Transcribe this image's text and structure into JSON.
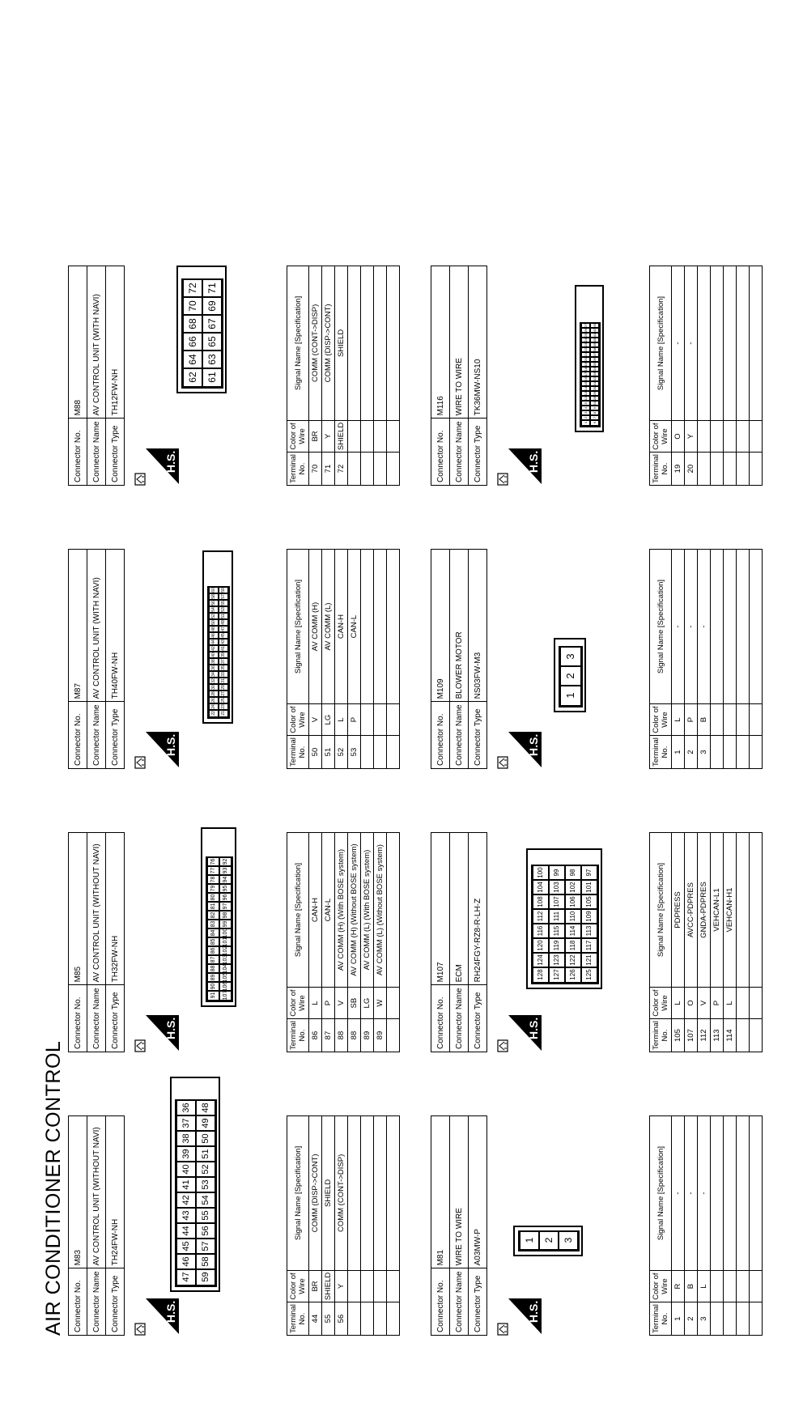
{
  "page": {
    "title": "AIR CONDITIONER CONTROL",
    "hs_label": "H.S."
  },
  "labels": {
    "connector_no": "Connector No.",
    "connector_name": "Connector Name",
    "connector_type": "Connector Type",
    "terminal_no": "Terminal No.",
    "color_of_wire": "Color of Wire",
    "signal_name": "Signal Name [Specification]"
  },
  "connectors": [
    {
      "no": "M83",
      "name": "AV CONTROL UNIT (WITHOUT NAVI)",
      "type": "TH24FW-NH",
      "pin_rows": [
        [
          "47",
          "46",
          "45",
          "44",
          "43",
          "42",
          "41",
          "40",
          "39",
          "38",
          "37",
          "36"
        ],
        [
          "59",
          "58",
          "57",
          "56",
          "55",
          "54",
          "53",
          "52",
          "51",
          "50",
          "49",
          "48"
        ]
      ],
      "terminals": [
        {
          "no": "44",
          "color": "BR",
          "signal": "COMM (DISP->CONT)"
        },
        {
          "no": "55",
          "color": "SHIELD",
          "signal": "SHIELD"
        },
        {
          "no": "56",
          "color": "Y",
          "signal": "COMM (CONT->DISP)"
        }
      ]
    },
    {
      "no": "M85",
      "name": "AV CONTROL UNIT (WITHOUT NAVI)",
      "type": "TH32FW-NH",
      "pin_rows": [
        [
          "91",
          "90",
          "89",
          "88",
          "87",
          "86",
          "85",
          "84",
          "83",
          "82",
          "81",
          "80",
          "79",
          "78",
          "77",
          "76"
        ],
        [
          "107",
          "106",
          "105",
          "104",
          "103",
          "102",
          "101",
          "100",
          "99",
          "98",
          "97",
          "96",
          "95",
          "94",
          "93",
          "92"
        ]
      ],
      "terminals": [
        {
          "no": "86",
          "color": "L",
          "signal": "CAN-H"
        },
        {
          "no": "87",
          "color": "P",
          "signal": "CAN-L"
        },
        {
          "no": "88",
          "color": "V",
          "signal": "AV COMM (H) (With BOSE system)"
        },
        {
          "no": "88",
          "color": "SB",
          "signal": "AV COMM (H) (Without BOSE system)"
        },
        {
          "no": "89",
          "color": "LG",
          "signal": "AV COMM (L) (With BOSE system)"
        },
        {
          "no": "89",
          "color": "W",
          "signal": "AV COMM (L) (Without BOSE system)"
        }
      ]
    },
    {
      "no": "M87",
      "name": "AV CONTROL UNIT (WITH NAVI)",
      "type": "TH40FW-NH",
      "pin_rows": [
        [
          "22",
          "24",
          "26",
          "28",
          "30",
          "32",
          "34",
          "36",
          "38",
          "40",
          "42",
          "44",
          "46",
          "48",
          "50",
          "52",
          "54",
          "56",
          "58",
          "60"
        ],
        [
          "21",
          "23",
          "25",
          "27",
          "29",
          "31",
          "33",
          "35",
          "37",
          "39",
          "41",
          "43",
          "45",
          "47",
          "49",
          "51",
          "53",
          "55",
          "57",
          "59"
        ]
      ],
      "terminals": [
        {
          "no": "50",
          "color": "V",
          "signal": "AV COMM (H)"
        },
        {
          "no": "51",
          "color": "LG",
          "signal": "AV COMM (L)"
        },
        {
          "no": "52",
          "color": "L",
          "signal": "CAN-H"
        },
        {
          "no": "53",
          "color": "P",
          "signal": "CAN-L"
        }
      ]
    },
    {
      "no": "M88",
      "name": "AV CONTROL UNIT (WITH NAVI)",
      "type": "TH12FW-NH",
      "pin_rows": [
        [
          "62",
          "64",
          "66",
          "68",
          "70",
          "72"
        ],
        [
          "61",
          "63",
          "65",
          "67",
          "69",
          "71"
        ]
      ],
      "terminals": [
        {
          "no": "70",
          "color": "BR",
          "signal": "COMM (CONT->DISP)"
        },
        {
          "no": "71",
          "color": "Y",
          "signal": "COMM (DISP->CONT)"
        },
        {
          "no": "72",
          "color": "SHIELD",
          "signal": "SHIELD"
        }
      ]
    },
    {
      "no": "M81",
      "name": "WIRE TO WIRE",
      "type": "A03MW-P",
      "pin_rows": [
        [
          "1"
        ],
        [
          "2"
        ],
        [
          "3"
        ]
      ],
      "terminals": [
        {
          "no": "1",
          "color": "R",
          "signal": "-"
        },
        {
          "no": "2",
          "color": "B",
          "signal": "-"
        },
        {
          "no": "3",
          "color": "L",
          "signal": "-"
        }
      ]
    },
    {
      "no": "M107",
      "name": "ECM",
      "type": "RH24FGY-RZ8-R-LH-Z",
      "pin_rows": [
        [
          "128",
          "124",
          "120",
          "116",
          "112",
          "108",
          "104",
          "100"
        ],
        [
          "127",
          "123",
          "119",
          "115",
          "111",
          "107",
          "103",
          "99"
        ],
        [
          "126",
          "122",
          "118",
          "114",
          "110",
          "106",
          "102",
          "98"
        ],
        [
          "125",
          "121",
          "117",
          "113",
          "109",
          "105",
          "101",
          "97"
        ]
      ],
      "terminals": [
        {
          "no": "105",
          "color": "L",
          "signal": "PDPRESS"
        },
        {
          "no": "107",
          "color": "O",
          "signal": "AVCC-PDPRES"
        },
        {
          "no": "112",
          "color": "V",
          "signal": "GNDA-PDPRES"
        },
        {
          "no": "113",
          "color": "P",
          "signal": "VEHCAN-L1"
        },
        {
          "no": "114",
          "color": "L",
          "signal": "VEHCAN-H1"
        }
      ]
    },
    {
      "no": "M109",
      "name": "BLOWER MOTOR",
      "type": "NS03FW-M3",
      "pin_rows": [
        [
          "1",
          "2",
          "3"
        ]
      ],
      "terminals": [
        {
          "no": "1",
          "color": "L",
          "signal": "-"
        },
        {
          "no": "2",
          "color": "P",
          "signal": "-"
        },
        {
          "no": "3",
          "color": "B",
          "signal": "-"
        }
      ]
    },
    {
      "no": "M116",
      "name": "WIRE TO WIRE",
      "type": "TK36MW-NS10",
      "pin_rows": [
        [
          "1",
          "2",
          "3",
          "4",
          "5",
          "12",
          "13",
          "14",
          "15",
          "16",
          "17",
          "18",
          "19",
          "20",
          "21",
          "22",
          "23",
          "24",
          "25",
          "26",
          "27"
        ],
        [
          "6",
          "7",
          "8",
          "9",
          "10",
          "28",
          "29",
          "30",
          "31",
          "32",
          "33",
          "34",
          "35",
          "36",
          "37",
          "38",
          "39",
          "40",
          "41",
          "42",
          "43"
        ]
      ],
      "terminals": [
        {
          "no": "19",
          "color": "O",
          "signal": "-"
        },
        {
          "no": "20",
          "color": "Y",
          "signal": "-"
        }
      ]
    }
  ]
}
